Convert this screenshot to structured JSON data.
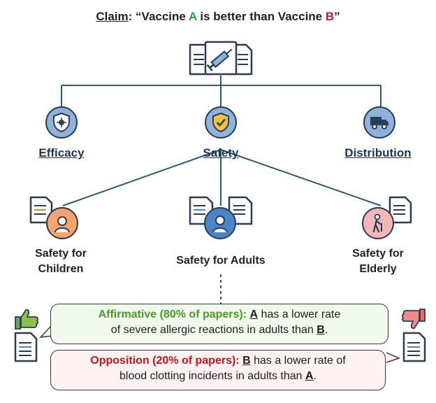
{
  "claim": {
    "label": "Claim",
    "colon": ":",
    "quote_open": "“Vaccine ",
    "a": "A",
    "middle": " is better than Vaccine ",
    "b": "B",
    "quote_close": "”"
  },
  "categories": {
    "efficacy": "Efficacy",
    "safety": "Safety",
    "distribution": "Distribution"
  },
  "subtopics": {
    "children_line1": "Safety for",
    "children_line2": "Children",
    "adults": "Safety for Adults",
    "elderly_line1": "Safety for",
    "elderly_line2": "Elderly"
  },
  "affirmative": {
    "label": "Affirmative (80% of papers):",
    "a": "A",
    "text1": " has a lower rate",
    "text2": "of severe allergic reactions in adults than ",
    "b": "B",
    "end": "."
  },
  "opposition": {
    "label": "Opposition (20% of papers):",
    "b": "B",
    "text1": " has a lower rate of",
    "text2": "blood clotting incidents in adults than ",
    "a": "A",
    "end": "."
  },
  "colors": {
    "navy": "#2a3d55",
    "icon_fill": "#8fb2da",
    "affirmative_green": "#4a9a2a",
    "opposition_red": "#c4161c",
    "affirmative_bg": "#f1f8ec",
    "opposition_bg": "#fdf1f1"
  }
}
